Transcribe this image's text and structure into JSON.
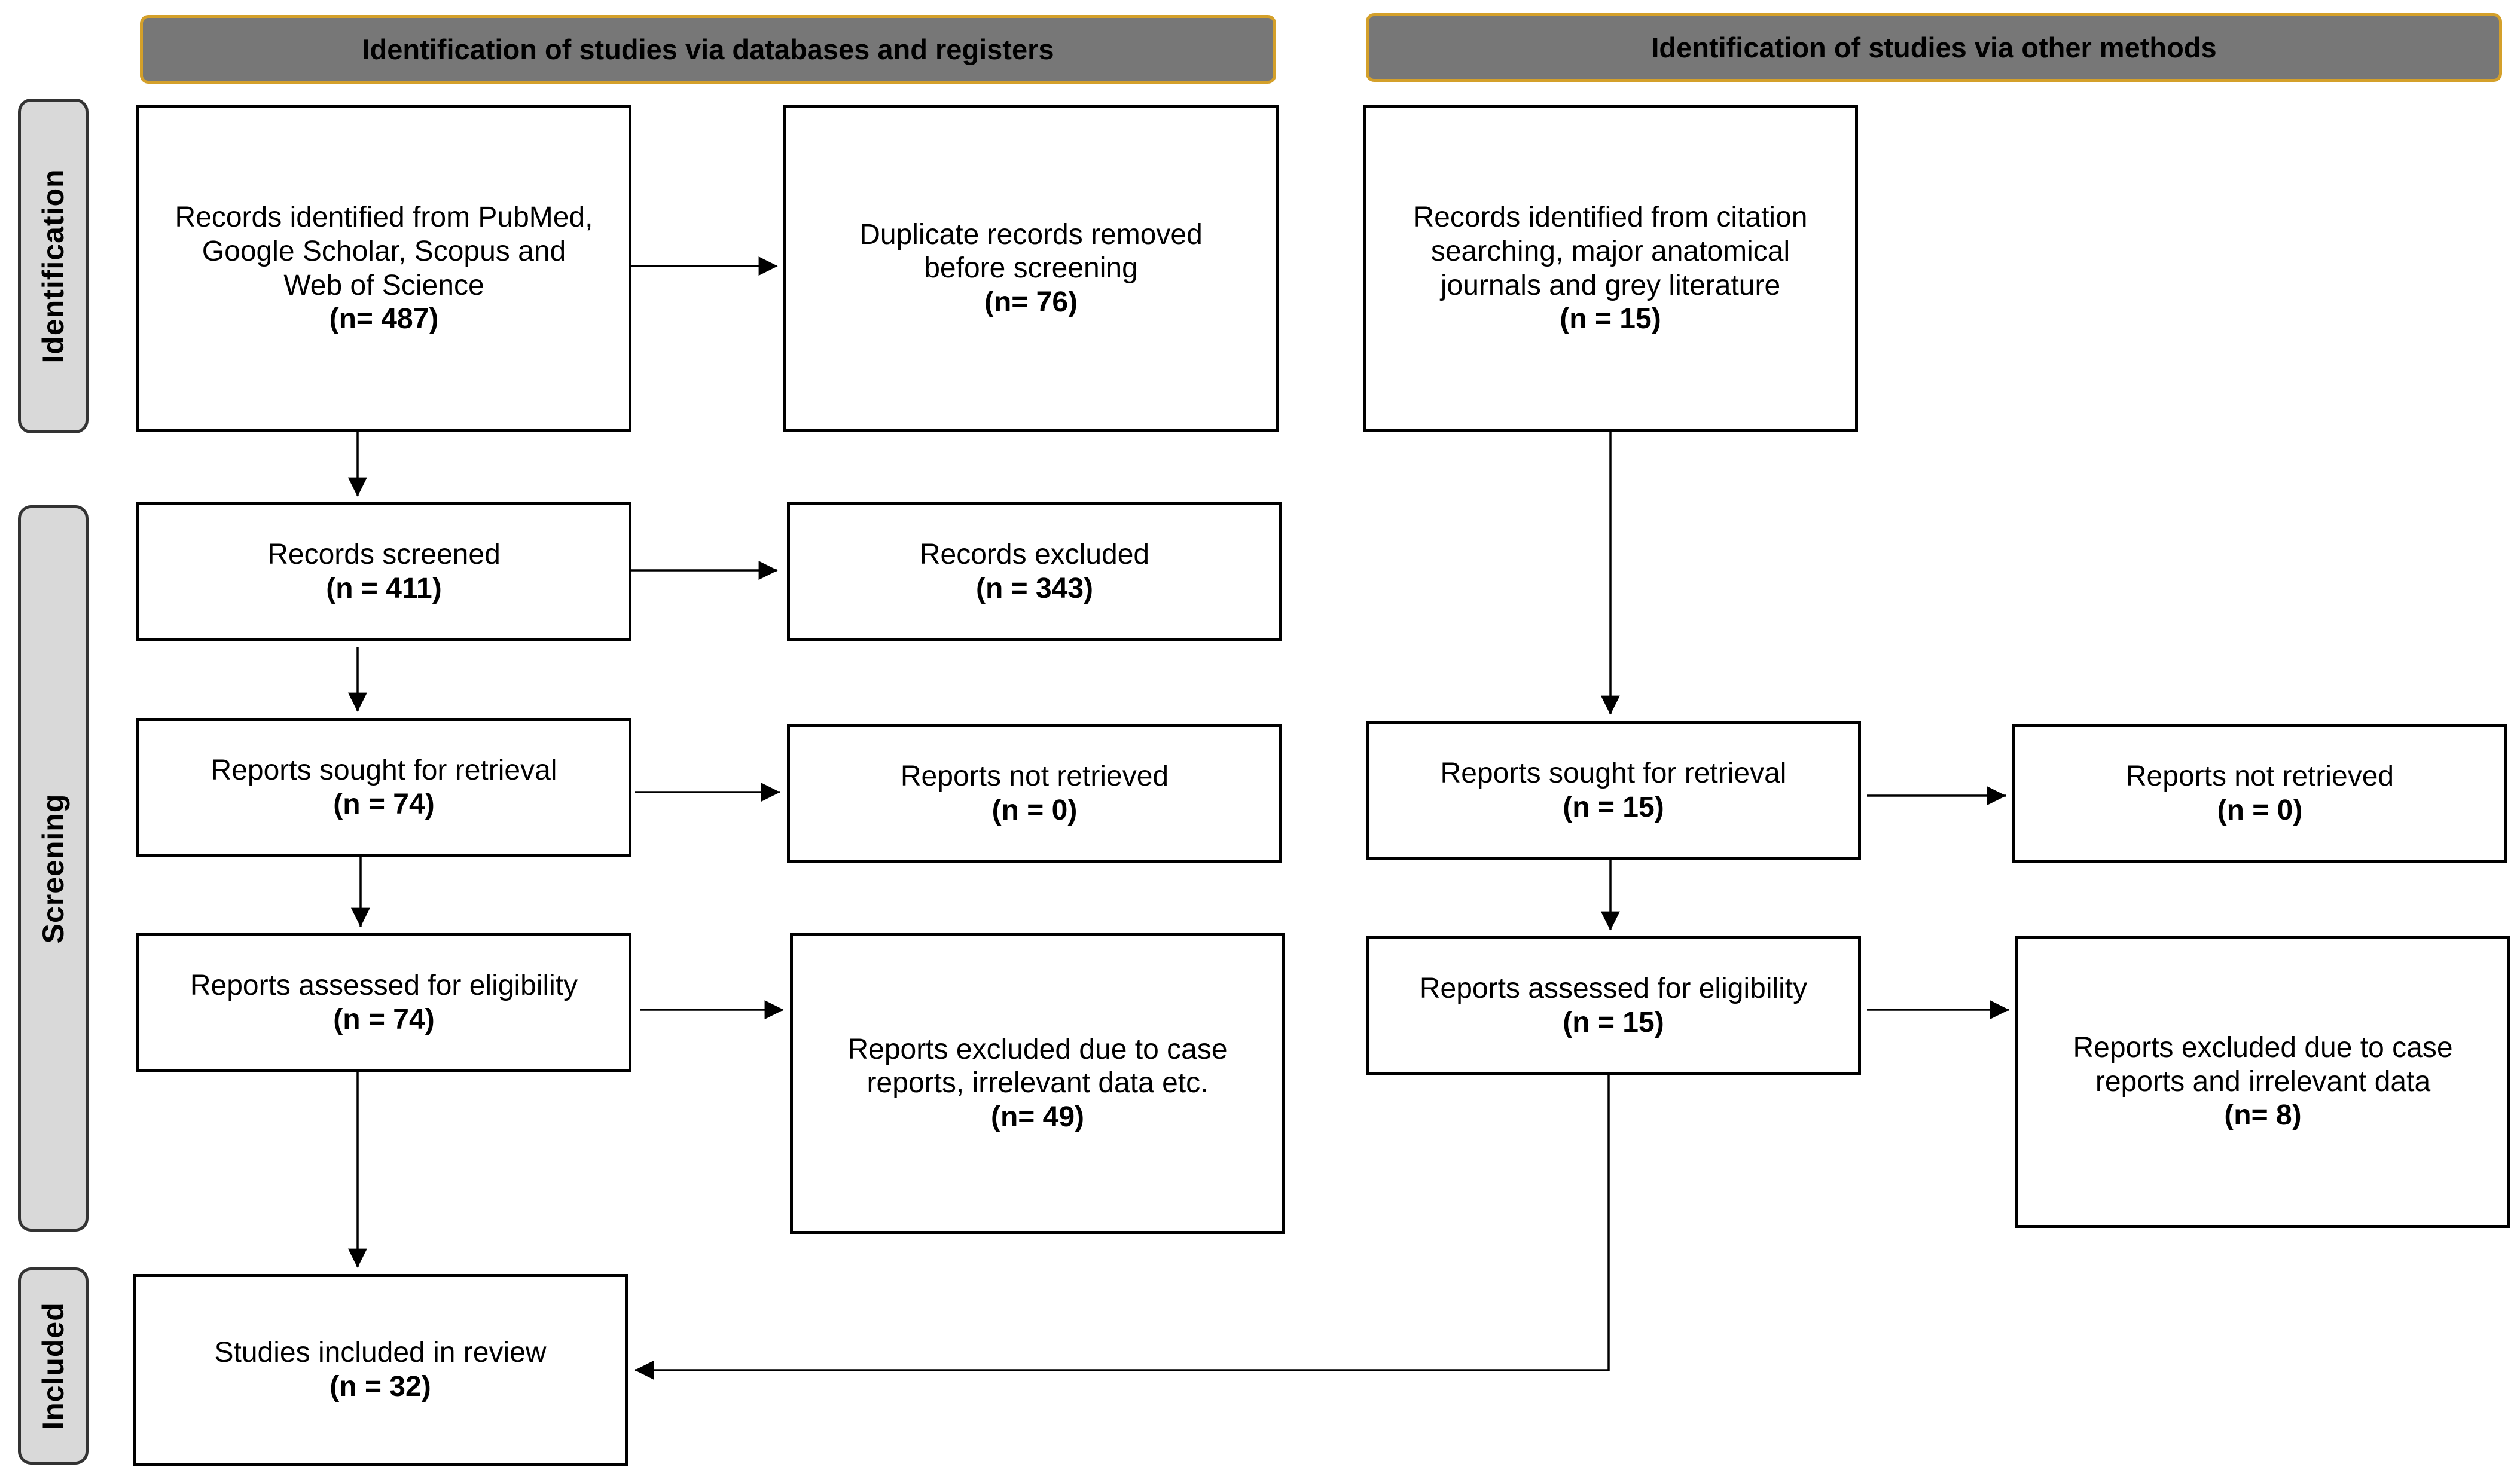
{
  "headers": {
    "databases": "Identification of studies via databases and registers",
    "other": "Identification of studies via other methods"
  },
  "phases": {
    "identification": "Identification",
    "screening": "Screening",
    "included": "Included"
  },
  "db": {
    "identified": {
      "text": "Records identified from PubMed,\nGoogle Scholar, Scopus and\nWeb of Science",
      "n": "(n= 487)"
    },
    "duplicates": {
      "text": "Duplicate records removed\nbefore screening",
      "n": "(n= 76)"
    },
    "screened": {
      "text": "Records screened",
      "n": "(n = 411)"
    },
    "excluded": {
      "text": "Records excluded",
      "n": "(n = 343)"
    },
    "sought": {
      "text": "Reports sought for retrieval",
      "n": "(n = 74)"
    },
    "not_retrieved": {
      "text": "Reports not retrieved",
      "n": "(n = 0)"
    },
    "assessed": {
      "text": "Reports assessed for eligibility",
      "n": "(n = 74)"
    },
    "excluded_reports": {
      "text": "Reports excluded due to case\nreports, irrelevant data etc.",
      "n": "(n= 49)"
    },
    "included": {
      "text": "Studies included in review",
      "n": "(n = 32)"
    }
  },
  "other": {
    "identified": {
      "text": "Records identified from citation\nsearching, major anatomical\njournals and grey literature",
      "n": "(n = 15)"
    },
    "sought": {
      "text": "Reports sought for retrieval",
      "n": "(n = 15)"
    },
    "not_retrieved": {
      "text": "Reports not retrieved",
      "n": "(n = 0)"
    },
    "assessed": {
      "text": "Reports assessed for eligibility",
      "n": "(n = 15)"
    },
    "excluded_reports": {
      "text": "Reports excluded due to case\nreports and irrelevant data",
      "n": "(n= 8)"
    }
  }
}
